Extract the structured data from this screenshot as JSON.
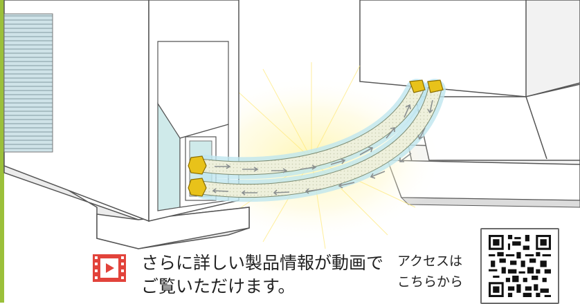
{
  "caption": {
    "line1": "さらに詳しい製品情報が動画で",
    "line2": "ご覧いただけます。"
  },
  "access": {
    "line1": "アクセスは",
    "line2": "こちらから"
  },
  "icons": {
    "video": "video-play-icon",
    "qr": "qr-code-icon"
  },
  "colors": {
    "accent_green": "#9bc03a",
    "hose_glow": "#bfe6ef",
    "hose_body": "#eef0dc",
    "fitting_gold": "#e8c21a",
    "video_red": "#e2433b"
  }
}
